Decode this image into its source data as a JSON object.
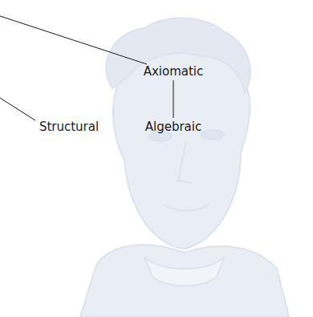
{
  "diagram": {
    "nodes": [
      {
        "text": [
          "Axiomatic"
        ]
      },
      {
        "text": [
          "Structural"
        ]
      },
      {
        "text": [
          "Algebraic"
        ]
      }
    ],
    "edges": [
      {
        "from": 0,
        "to": 2,
        "arrow": "none"
      }
    ]
  }
}
